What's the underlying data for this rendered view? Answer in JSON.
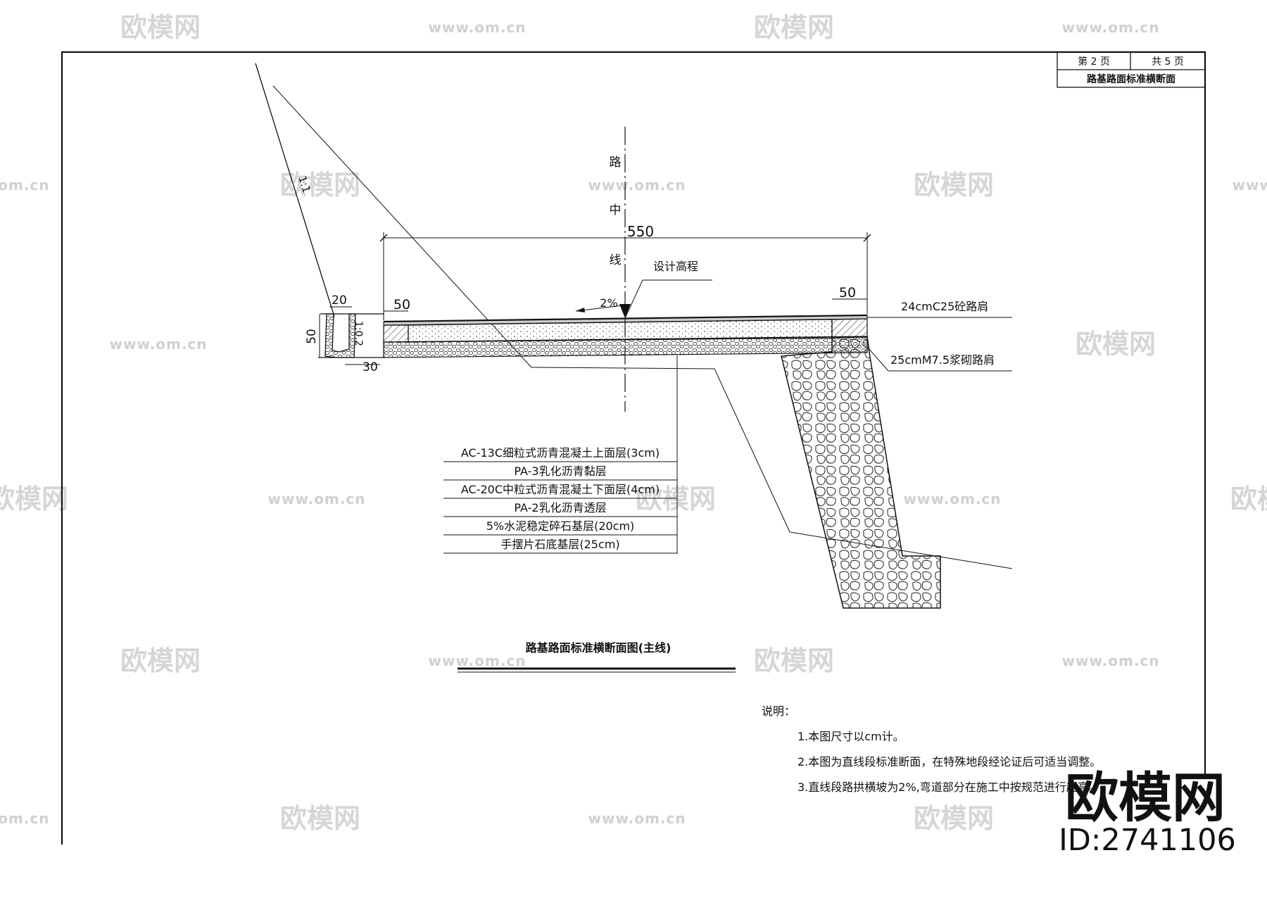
{
  "title_block": {
    "page_current": "第 2 页",
    "page_total": "共 5 页",
    "sheet_title": "路基路面标准横断面"
  },
  "centerline": {
    "label_chars": [
      "路",
      "中",
      "线"
    ]
  },
  "dimensions": {
    "total_width": "550",
    "left_shoulder": "50",
    "right_shoulder": "50",
    "ditch_top": "20",
    "ditch_depth": "50",
    "ditch_bottom": "30",
    "ditch_slope": "1:0.2",
    "cut_slope": "1:1"
  },
  "design_elevation": "设计高程",
  "crossfall": "2%",
  "callouts": {
    "shoulder_concrete": "24cmC25砼路肩",
    "shoulder_masonry": "25cmM7.5浆砌路肩"
  },
  "layers": [
    "AC-13C细粒式沥青混凝土上面层(3cm)",
    "PA-3乳化沥青黏层",
    "AC-20C中粒式沥青混凝土下面层(4cm)",
    "PA-2乳化沥青透层",
    "5%水泥稳定碎石基层(20cm)",
    "手摆片石底基层(25cm)"
  ],
  "drawing_title": "路基路面标准横断面图(主线)",
  "notes": {
    "heading": "说明：",
    "items": [
      "1.本图尺寸以cm计。",
      "2.本图为直线段标准断面，在特殊地段经论证后可适当调整。",
      "3.直线段路拱横坡为2%,弯道部分在施工中按规范进行超高。"
    ]
  },
  "watermark": {
    "logo_text": "欧模网",
    "url_text": "www.om.cn",
    "id_text": "ID:2741106"
  }
}
